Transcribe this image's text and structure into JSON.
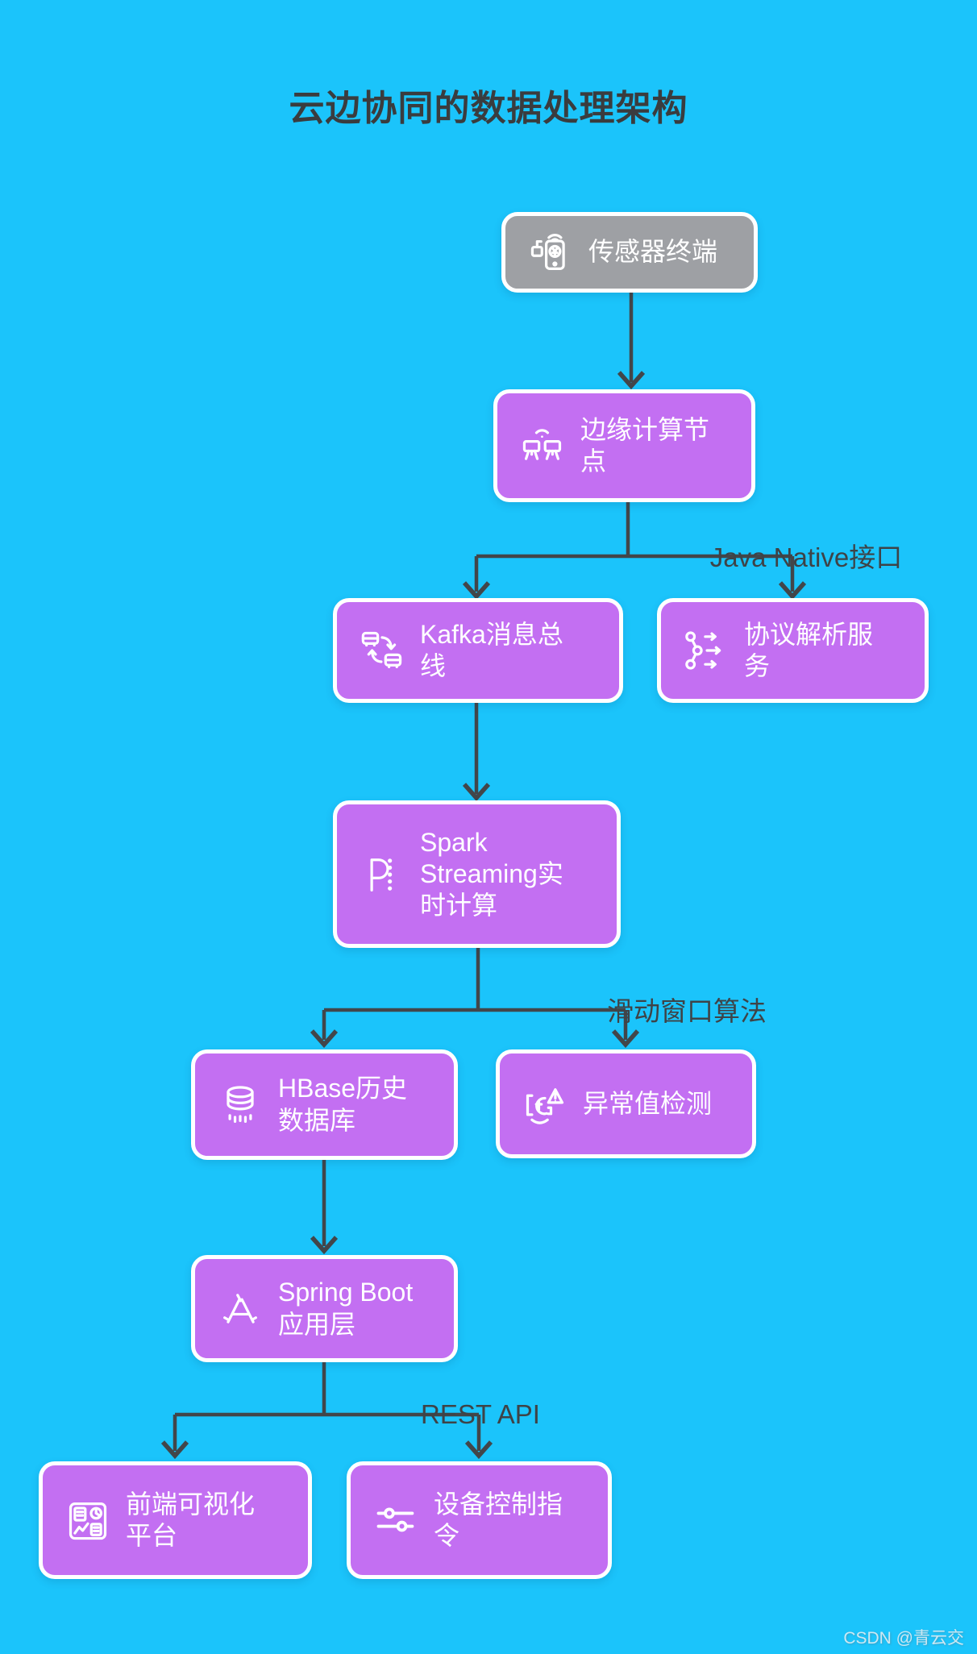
{
  "title": "云边协同的数据处理架构",
  "nodes": {
    "sensor": {
      "label": "传感器终端"
    },
    "edge": {
      "label": "边缘计算节\n点"
    },
    "kafka": {
      "label": "Kafka消息总\n线"
    },
    "protocol": {
      "label": "协议解析服\n务"
    },
    "spark": {
      "label": "Spark\nStreaming实\n时计算"
    },
    "hbase": {
      "label": "HBase历史\n数据库"
    },
    "anomaly": {
      "label": "异常值检测"
    },
    "springboot": {
      "label": "Spring Boot\n应用层"
    },
    "frontend": {
      "label": "前端可视化\n平台"
    },
    "device": {
      "label": "设备控制指\n令"
    }
  },
  "edge_labels": {
    "java_native": "Java Native接口",
    "sliding_window": "滑动窗口算法",
    "rest_api": "REST API"
  },
  "watermark": "CSDN @青云交",
  "colors": {
    "background": "#1BC4FB",
    "node_purple": "#C36FF2",
    "node_gray": "#9EA0A4",
    "node_border": "#FFFFFF",
    "arrow": "#42464A",
    "title_text": "#3A3C3E"
  }
}
